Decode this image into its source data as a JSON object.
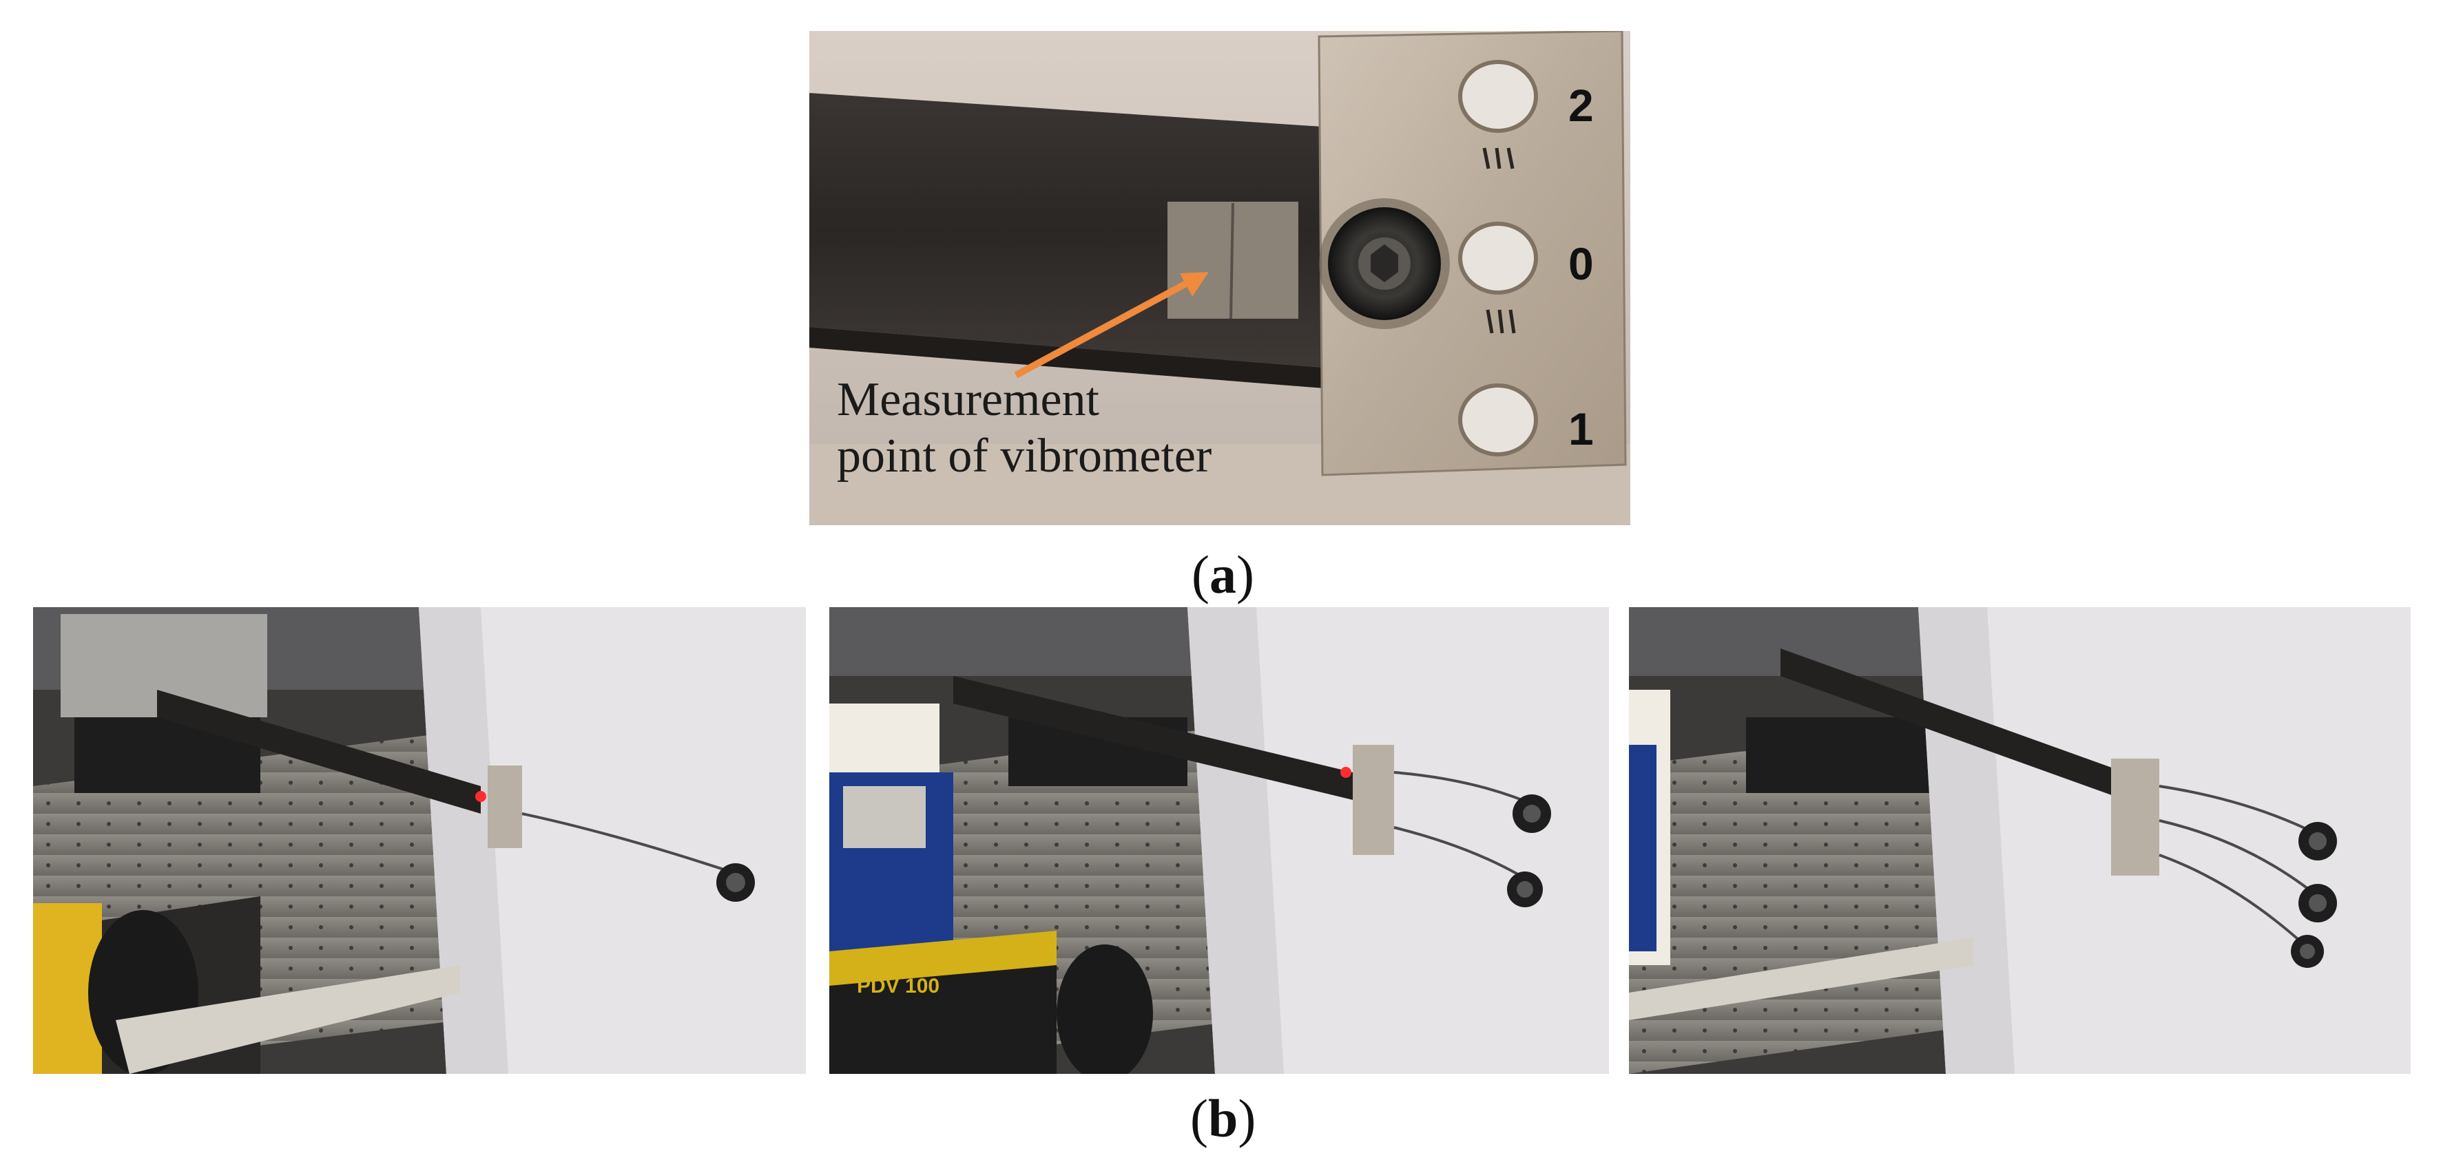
{
  "figure": {
    "panel_a": {
      "caption_open": "(",
      "caption_letter": "a",
      "caption_close": ")",
      "hole_labels": [
        "2",
        "0",
        "1"
      ],
      "annotation_line1": "Measurement",
      "annotation_line2": "point of vibrometer",
      "arrow_color": "#f08a3c"
    },
    "panel_b": {
      "caption_open": "(",
      "caption_letter": "b",
      "caption_close": ")",
      "photos": [
        "photo-one-pendulum",
        "photo-two-pendulums",
        "photo-three-pendulums"
      ],
      "instrument_text": "PDV 100"
    }
  }
}
